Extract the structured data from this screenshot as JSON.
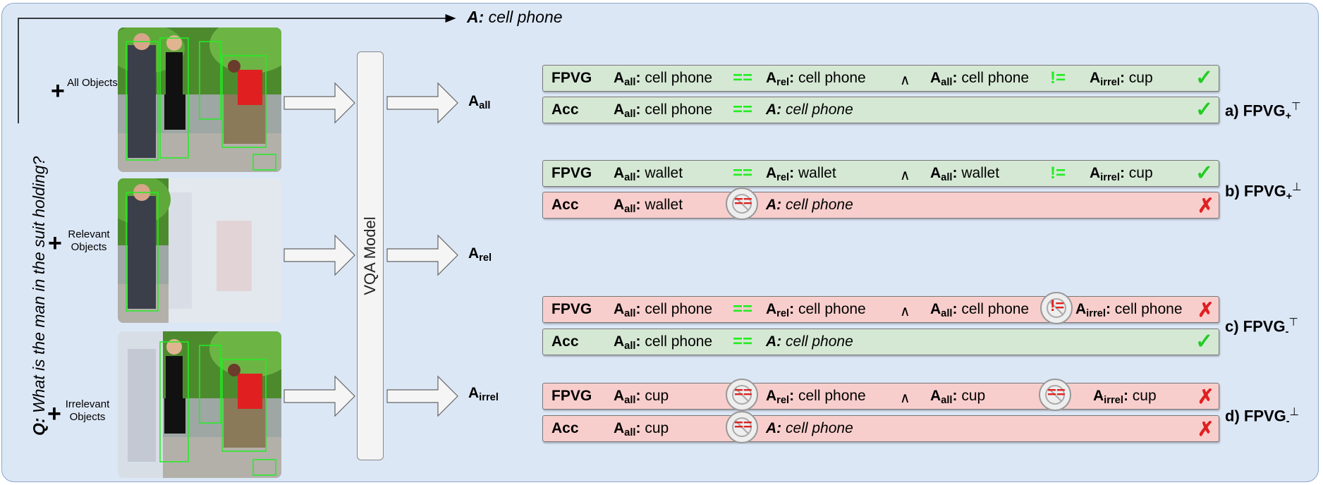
{
  "question": {
    "prefix": "Q:",
    "text": "What is the man in the suit holding?"
  },
  "answer": {
    "prefix": "A:",
    "text": "cell phone"
  },
  "model_label": "VQA Model",
  "conditions": [
    {
      "plus": "+",
      "label": "All Objects",
      "output_main": "A",
      "output_sub": "all"
    },
    {
      "plus": "+",
      "label": "Relevant Objects",
      "output_main": "A",
      "output_sub": "rel"
    },
    {
      "plus": "+",
      "label": "Irrelevant Objects",
      "output_main": "A",
      "output_sub": "irrel"
    }
  ],
  "symbols": {
    "eq": "==",
    "neq": "!=",
    "and": "∧",
    "check": "✓",
    "cross": "✗"
  },
  "rows": [
    {
      "kind": "FPVG",
      "color": "#d5e8d4",
      "a_all": "cell phone",
      "op1": "==",
      "a_rel": "cell phone",
      "a_all2": "cell phone",
      "op2": "!=",
      "a_irrel": "cup",
      "result": "✓"
    },
    {
      "kind": "Acc",
      "color": "#d5e8d4",
      "a_all": "cell phone",
      "op1": "==",
      "gt_prefix": "A:",
      "gt": "cell phone",
      "result": "✓"
    },
    {
      "kind": "FPVG",
      "color": "#d5e8d4",
      "a_all": "wallet",
      "op1": "==",
      "a_rel": "wallet",
      "a_all2": "wallet",
      "op2": "!=",
      "a_irrel": "cup",
      "result": "✓"
    },
    {
      "kind": "Acc",
      "color": "#f8cecc",
      "a_all": "wallet",
      "op1": "==",
      "gt_prefix": "A:",
      "gt": "cell phone",
      "result": "✗"
    },
    {
      "kind": "FPVG",
      "color": "#f8cecc",
      "a_all": "cell phone",
      "op1": "==",
      "a_rel": "cell phone",
      "a_all2": "cell phone",
      "op2": "!=",
      "a_irrel": "cell phone",
      "result": "✗"
    },
    {
      "kind": "Acc",
      "color": "#d5e8d4",
      "a_all": "cell phone",
      "op1": "==",
      "gt_prefix": "A:",
      "gt": "cell phone",
      "result": "✓"
    },
    {
      "kind": "FPVG",
      "color": "#f8cecc",
      "a_all": "cup",
      "op1": "==",
      "a_rel": "cell phone",
      "a_all2": "cup",
      "op2": "==",
      "a_irrel": "cup",
      "result": "✗"
    },
    {
      "kind": "Acc",
      "color": "#f8cecc",
      "a_all": "cup",
      "op1": "==",
      "gt_prefix": "A:",
      "gt": "cell phone",
      "result": "✗"
    }
  ],
  "cases": [
    {
      "prefix": "a) FPVG",
      "sub": "+",
      "sup": "⊤"
    },
    {
      "prefix": "b) FPVG",
      "sub": "+",
      "sup": "⊥"
    },
    {
      "prefix": "c) FPVG",
      "sub": "-",
      "sup": "⊤"
    },
    {
      "prefix": "d) FPVG",
      "sub": "-",
      "sup": "⊥"
    }
  ],
  "colors": {
    "background": "#dce7f6",
    "green_row": "#d5e8d4",
    "red_row": "#f8cecc",
    "match_op": "#22ee22",
    "check": "#22cc22",
    "cross": "#e02020"
  }
}
